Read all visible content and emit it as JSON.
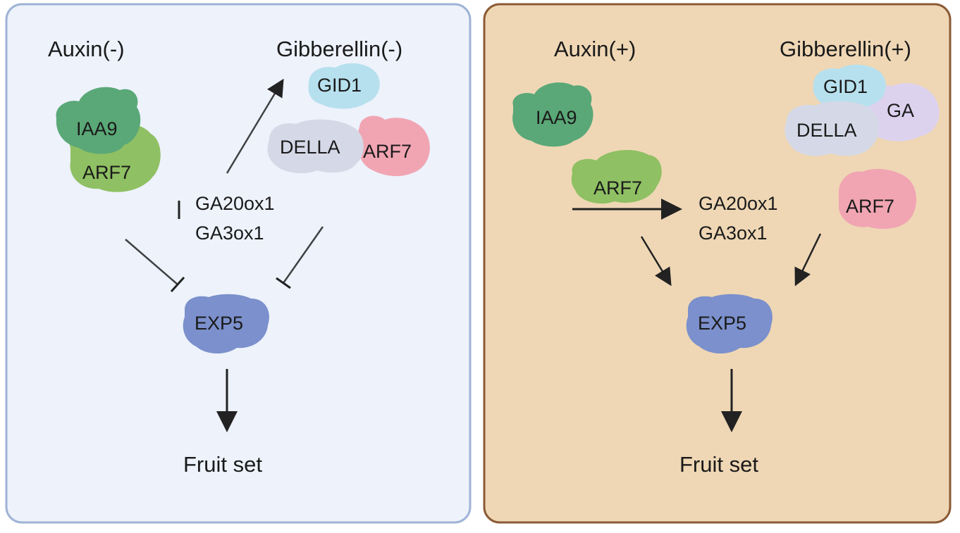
{
  "colors": {
    "left_panel_fill": "#edf2fb",
    "left_panel_border": "#9fb3d6",
    "right_panel_fill": "#efd7b5",
    "right_panel_border": "#8a5a35",
    "iaa9": "#5aa877",
    "arf7_green": "#8fc063",
    "arf7_pink": "#f1a5b3",
    "gid1": "#b7e0ee",
    "della": "#d5d9e7",
    "ga": "#dcd2ee",
    "exp5": "#7b90cc",
    "line": "#222222"
  },
  "left_panel": {
    "auxin_label": "Auxin(-)",
    "gibberellin_label": "Gibberellin(-)",
    "iaa9": "IAA9",
    "arf7_aux": "ARF7",
    "gid1": "GID1",
    "della": "DELLA",
    "arf7_ga": "ARF7",
    "gene_1": "GA20ox1",
    "gene_2": "GA3ox1",
    "exp5": "EXP5",
    "outcome": "Fruit set"
  },
  "right_panel": {
    "auxin_label": "Auxin(+)",
    "gibberellin_label": "Gibberellin(+)",
    "iaa9": "IAA9",
    "arf7_aux": "ARF7",
    "gid1": "GID1",
    "della": "DELLA",
    "ga": "GA",
    "arf7_ga": "ARF7",
    "gene_1": "GA20ox1",
    "gene_2": "GA3ox1",
    "exp5": "EXP5",
    "outcome": "Fruit set"
  }
}
